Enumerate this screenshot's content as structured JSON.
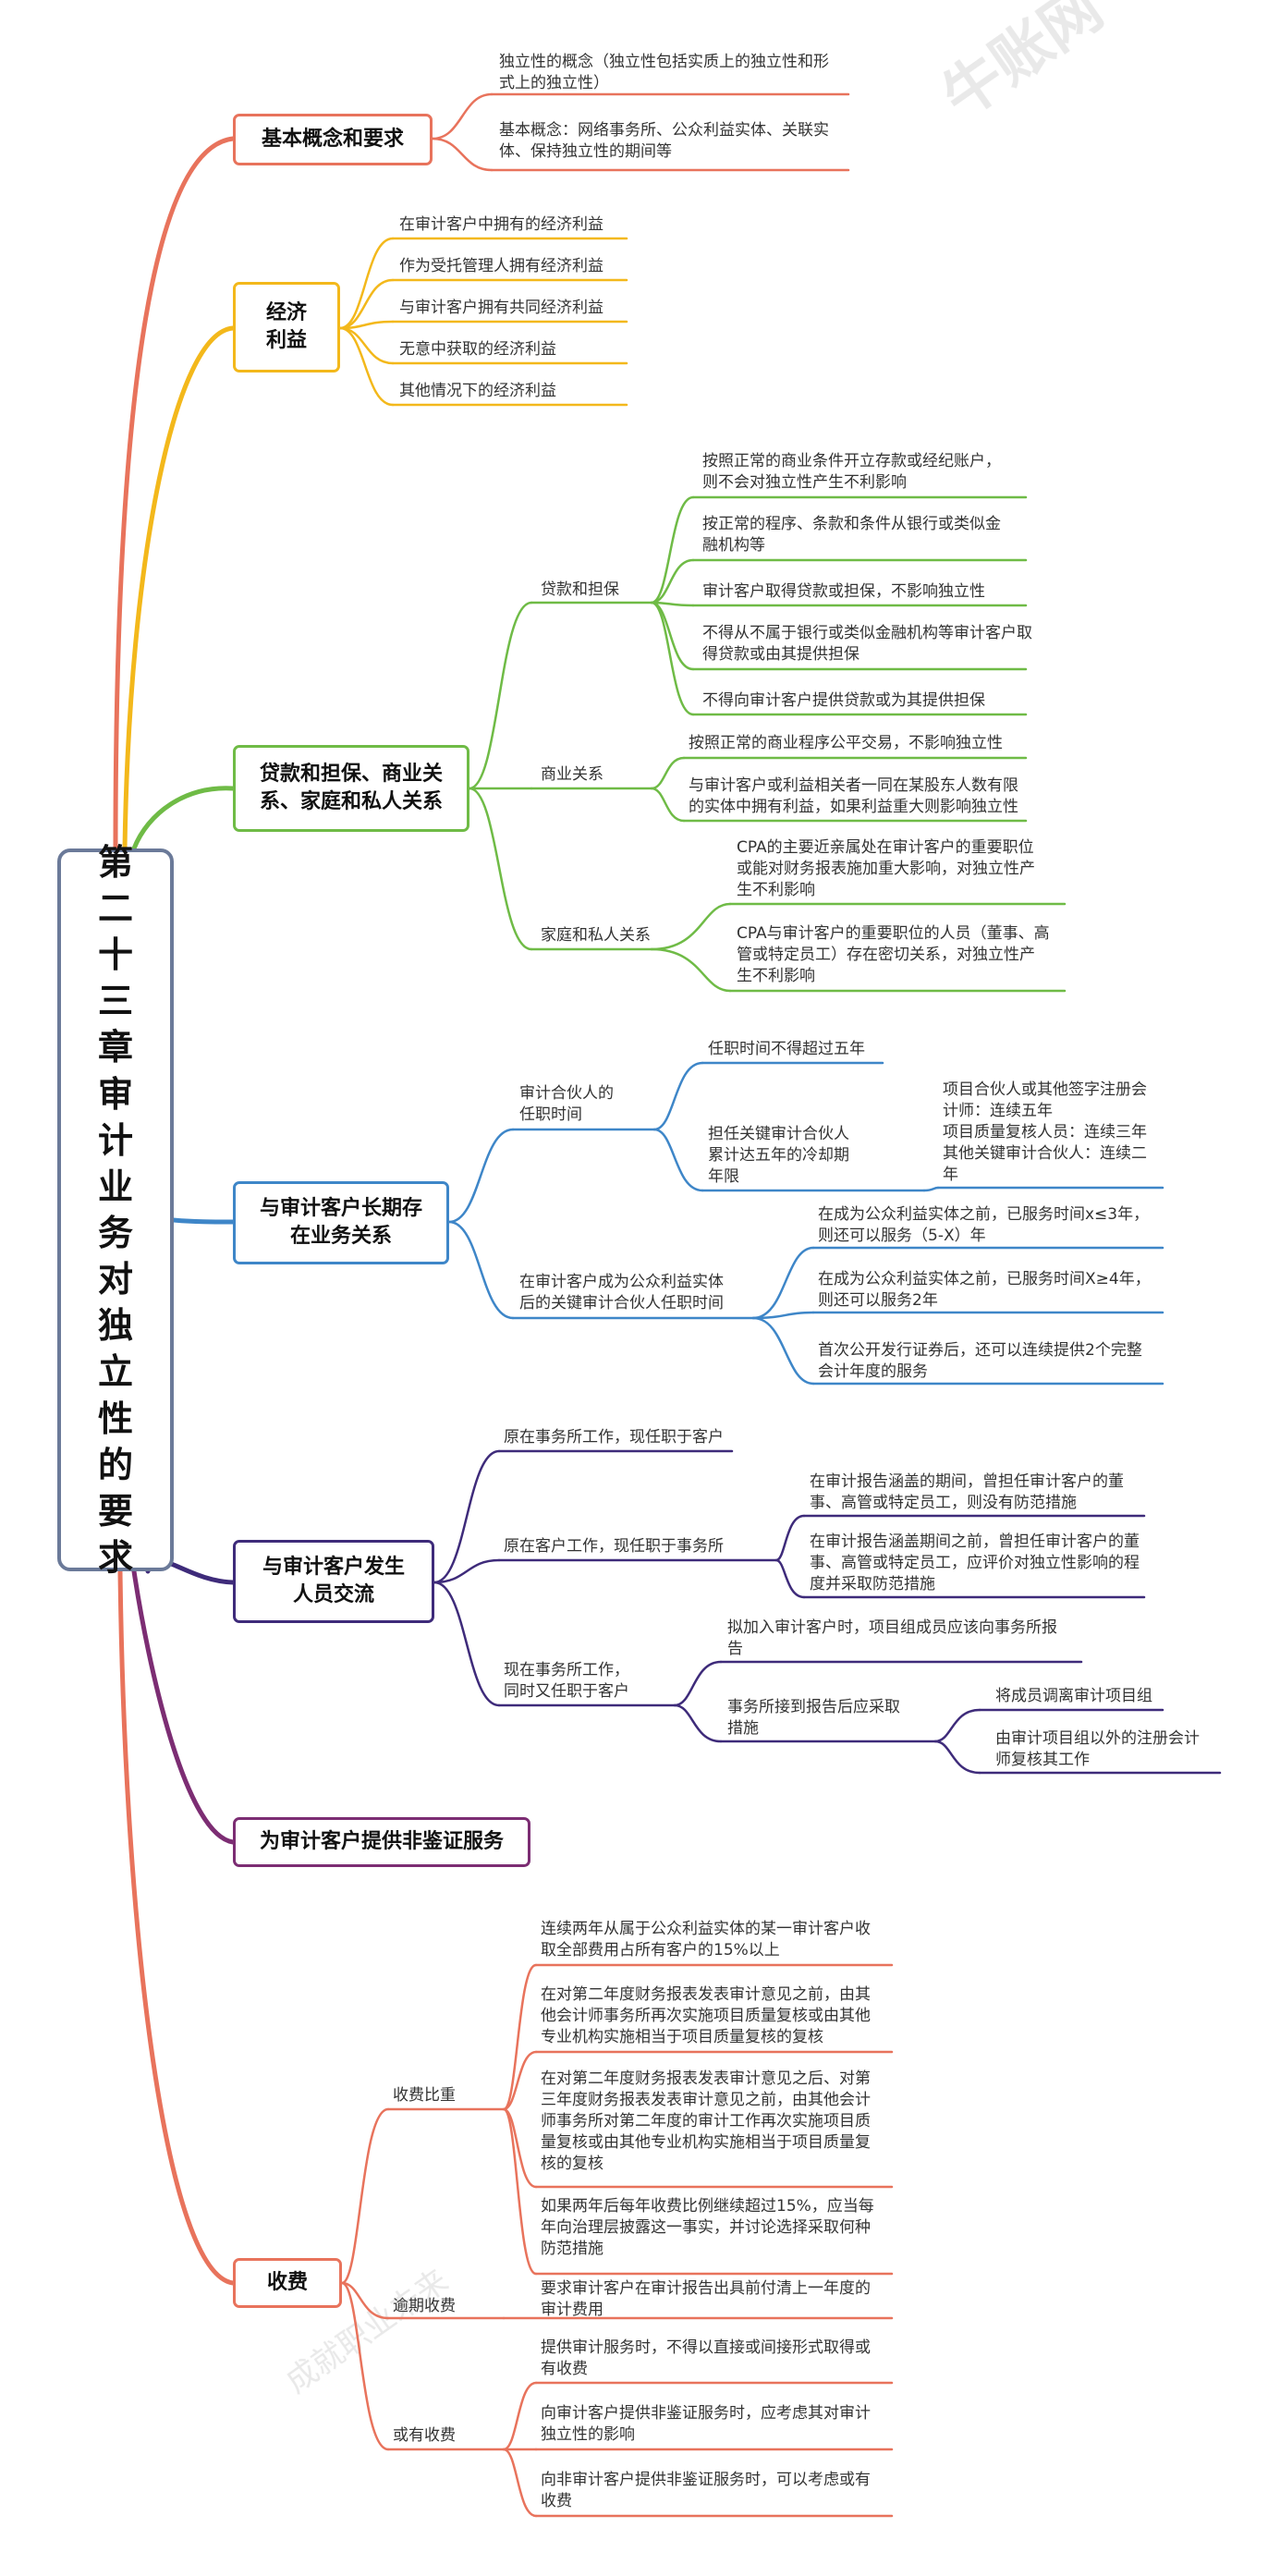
{
  "root": {
    "title": "第\n二\n十\n三\n章\n审\n计\n业\n务\n对\n独\n立\n性\n的\n要\n求"
  },
  "watermark": {
    "brand": "牛账网",
    "slogan": "成就职业未来"
  },
  "colors": {
    "root_border": "#6b7a99",
    "basic": "#e8735c",
    "econ": "#f3b81b",
    "loan": "#6fbb46",
    "long": "#3e86c8",
    "staff": "#3e2b7a",
    "nonassure": "#7c2d73",
    "fee": "#e8735c",
    "trunk": "#f0a020"
  },
  "topics": {
    "basic": "基本概念和要求",
    "econ": "经济\n利益",
    "loan": "贷款和担保、商业关\n系、家庭和私人关系",
    "long": "与审计客户长期存\n在业务关系",
    "staff": "与审计客户发生\n人员交流",
    "nonassure": "为审计客户提供非鉴证服务",
    "fee": "收费"
  },
  "basic": {
    "items": [
      "独立性的概念（独立性包括实质上的独立性和形\n式上的独立性）",
      "基本概念：网络事务所、公众利益实体、关联实\n体、保持独立性的期间等"
    ]
  },
  "econ": {
    "items": [
      "在审计客户中拥有的经济利益",
      "作为受托管理人拥有经济利益",
      "与审计客户拥有共同经济利益",
      "无意中获取的经济利益",
      "其他情况下的经济利益"
    ]
  },
  "loan": {
    "sub1": "贷款和担保",
    "sub1_items": [
      "按照正常的商业条件开立存款或经纪账户，\n则不会对独立性产生不利影响",
      "按正常的程序、条款和条件从银行或类似金\n融机构等",
      "审计客户取得贷款或担保，不影响独立性",
      "不得从不属于银行或类似金融机构等审计客户取\n得贷款或由其提供担保",
      "不得向审计客户提供贷款或为其提供担保"
    ],
    "sub2": "商业关系",
    "sub2_items": [
      "按照正常的商业程序公平交易，不影响独立性",
      "与审计客户或利益相关者一同在某股东人数有限\n的实体中拥有利益，如果利益重大则影响独立性"
    ],
    "sub3": "家庭和私人关系",
    "sub3_items": [
      "CPA的主要近亲属处在审计客户的重要职位\n或能对财务报表施加重大影响，对独立性产\n生不利影响",
      "CPA与审计客户的重要职位的人员（董事、高\n管或特定员工）存在密切关系，对独立性产\n生不利影响"
    ]
  },
  "long": {
    "sub1": "审计合伙人的\n任职时间",
    "sub1_a": "任职时间不得超过五年",
    "sub1_b": "担任关键审计合伙人\n累计达五年的冷却期\n年限",
    "sub1_b_detail": "项目合伙人或其他签字注册会\n计师：连续五年\n项目质量复核人员：连续三年\n其他关键审计合伙人：连续二\n年",
    "sub2": "在审计客户成为公众利益实体\n后的关键审计合伙人任职时间",
    "sub2_items": [
      "在成为公众利益实体之前，已服务时间x≤3年，\n则还可以服务（5-X）年",
      "在成为公众利益实体之前，已服务时间X≥4年，\n则还可以服务2年",
      "首次公开发行证券后，还可以连续提供2个完整\n会计年度的服务"
    ]
  },
  "staff": {
    "sub1": "原在事务所工作，现任职于客户",
    "sub2": "原在客户工作，现任职于事务所",
    "sub2_items": [
      "在审计报告涵盖的期间，曾担任审计客户的董\n事、高管或特定员工，则没有防范措施",
      "在审计报告涵盖期间之前，曾担任审计客户的董\n事、高管或特定员工，应评价对独立性影响的程\n度并采取防范措施"
    ],
    "sub3": "现在事务所工作，\n同时又任职于客户",
    "sub3_a": "拟加入审计客户时，项目组成员应该向事务所报\n告",
    "sub3_b": "事务所接到报告后应采取\n措施",
    "sub3_b_items": [
      "将成员调离审计项目组",
      "由审计项目组以外的注册会计\n师复核其工作"
    ]
  },
  "fee": {
    "sub1": "收费比重",
    "sub1_items": [
      "连续两年从属于公众利益实体的某一审计客户收\n取全部费用占所有客户的15%以上",
      "在对第二年度财务报表发表审计意见之前，由其\n他会计师事务所再次实施项目质量复核或由其他\n专业机构实施相当于项目质量复核的复核",
      "在对第二年度财务报表发表审计意见之后、对第\n三年度财务报表发表审计意见之前，由其他会计\n师事务所对第二年度的审计工作再次实施项目质\n量复核或由其他专业机构实施相当于项目质量复\n核的复核",
      "如果两年后每年收费比例继续超过15%，应当每\n年向治理层披露这一事实，并讨论选择采取何种\n防范措施"
    ],
    "sub2": "逾期收费",
    "sub2_item": "要求审计客户在审计报告出具前付清上一年度的\n审计费用",
    "sub3": "或有收费",
    "sub3_items": [
      "提供审计服务时，不得以直接或间接形式取得或\n有收费",
      "向审计客户提供非鉴证服务时，应考虑其对审计\n独立性的影响",
      "向非审计客户提供非鉴证服务时，可以考虑或有\n收费"
    ]
  }
}
